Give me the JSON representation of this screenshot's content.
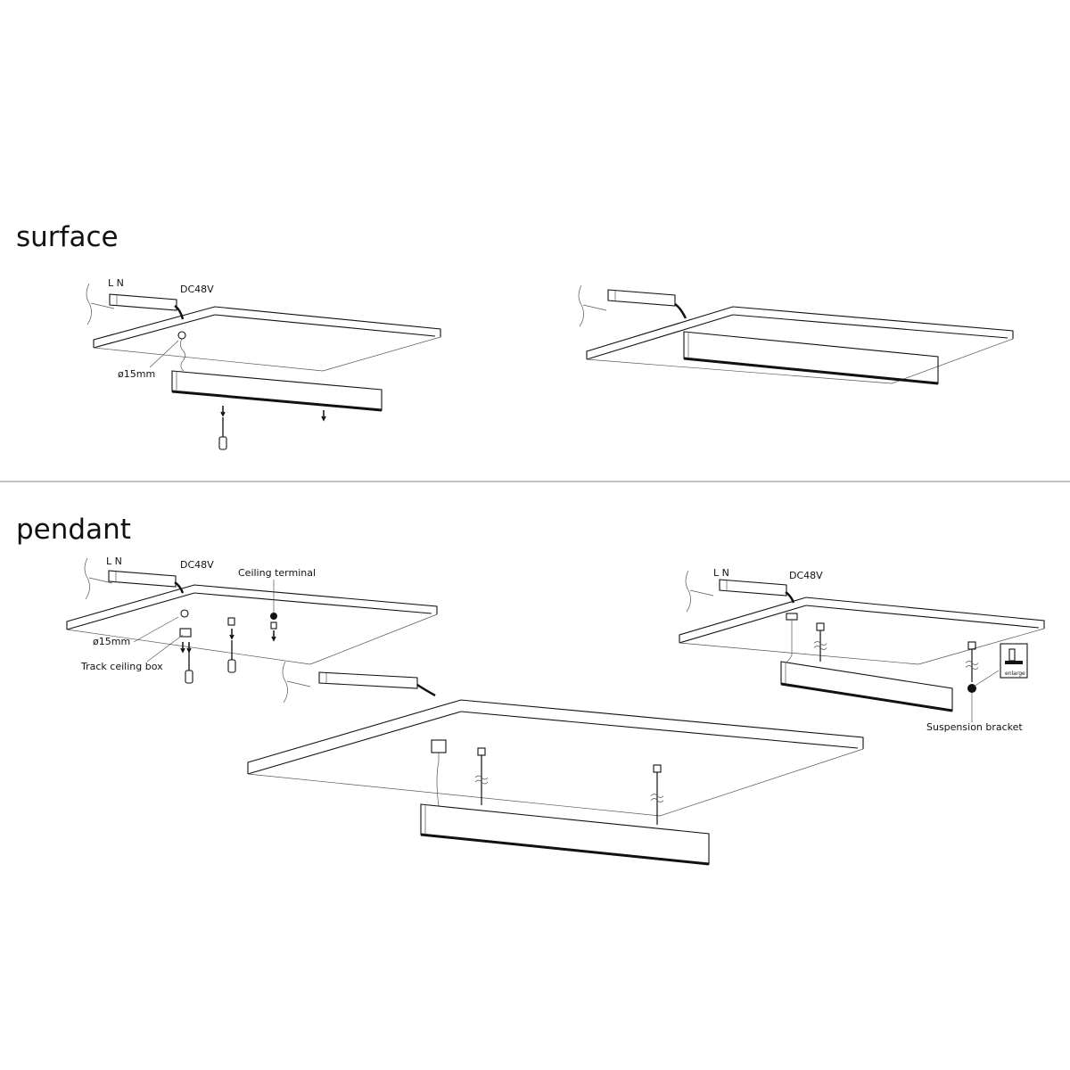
{
  "sections": {
    "surface": {
      "title": "surface",
      "left": {
        "power_label": "L N",
        "voltage_label": "DC48V",
        "hole_label": "ø15mm"
      }
    },
    "pendant": {
      "title": "pendant",
      "left": {
        "power_label": "L N",
        "voltage_label": "DC48V",
        "hole_label": "ø15mm",
        "ceiling_terminal_label": "Ceiling terminal",
        "track_box_label": "Track ceiling box"
      },
      "right": {
        "power_label": "L N",
        "voltage_label": "DC48V",
        "bracket_label": "Suspension bracket",
        "enlarge_label": "enlarge"
      }
    }
  }
}
